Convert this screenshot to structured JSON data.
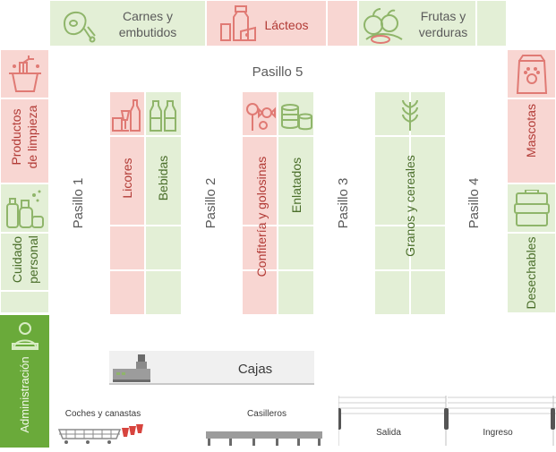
{
  "top": {
    "carnes": "Carnes y\nembutidos",
    "lacteos": "Lácteos",
    "frutas": "Frutas y\nverduras"
  },
  "aisles": {
    "p5": "Pasillo 5",
    "p1": "Pasillo 1",
    "p2": "Pasillo 2",
    "p3": "Pasillo 3",
    "p4": "Pasillo 4"
  },
  "left": {
    "limpieza": "Productos\nde limpieza",
    "cuidado": "Cuidado\npersonal",
    "admin": "Administración"
  },
  "shelves": {
    "licores": "Licores",
    "bebidas": "Bebidas",
    "confiteria": "Confitería y golosinas",
    "enlatados": "Enlatados",
    "granos": "Granos y cereales"
  },
  "right": {
    "mascotas": "Mascotas",
    "desechables": "Desechables"
  },
  "bottom": {
    "cajas": "Cajas",
    "coches": "Coches y canastas",
    "casilleros": "Casilleros",
    "salida": "Salida",
    "ingreso": "Ingreso"
  },
  "colors": {
    "green": "#e3efd6",
    "pink": "#f8d6d2",
    "admin": "#6aaa3a",
    "icon_red": "#e07a74",
    "icon_green": "#8fb56a"
  }
}
